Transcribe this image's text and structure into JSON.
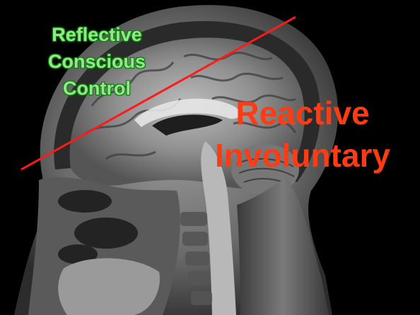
{
  "slide": {
    "reflective_label": {
      "line1": "Reflective",
      "line2": "Conscious",
      "line3": "Control"
    },
    "reactive_label": {
      "line1": "Reactive",
      "line2": "Involuntary"
    }
  },
  "colors": {
    "background": "#000000",
    "reflective_text": "#8fea86",
    "reactive_text": "#ff3b14",
    "divider_line": "#ff1a1a"
  },
  "image": {
    "subject": "sagittal-mri-head-scan"
  }
}
